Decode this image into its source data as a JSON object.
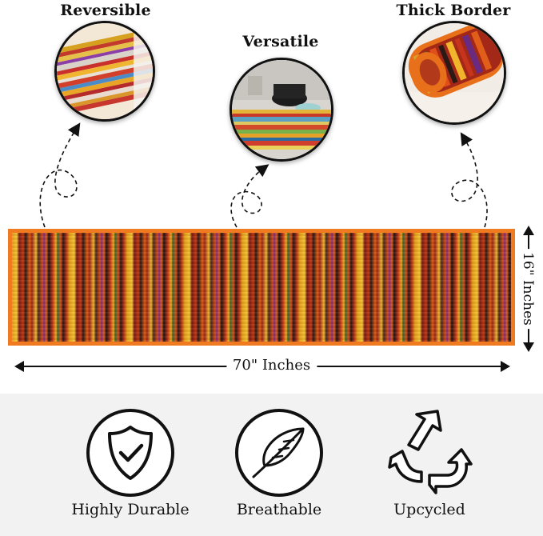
{
  "callouts": [
    {
      "label": "Reversible",
      "image": "rug-reversible-closeup"
    },
    {
      "label": "Versatile",
      "image": "rug-on-table"
    },
    {
      "label": "Thick Border",
      "image": "rug-rolled-border"
    }
  ],
  "dimensions": {
    "width_label": "70\" Inches",
    "height_label": "16\" Inches"
  },
  "features": [
    {
      "label": "Highly Durable",
      "icon": "shield-check-icon"
    },
    {
      "label": "Breathable",
      "icon": "feather-icon"
    },
    {
      "label": "Upcycled",
      "icon": "recycle-arrows-icon"
    }
  ],
  "colors": {
    "border_orange": "#f07a1f",
    "features_bg": "#f2f2f2"
  }
}
